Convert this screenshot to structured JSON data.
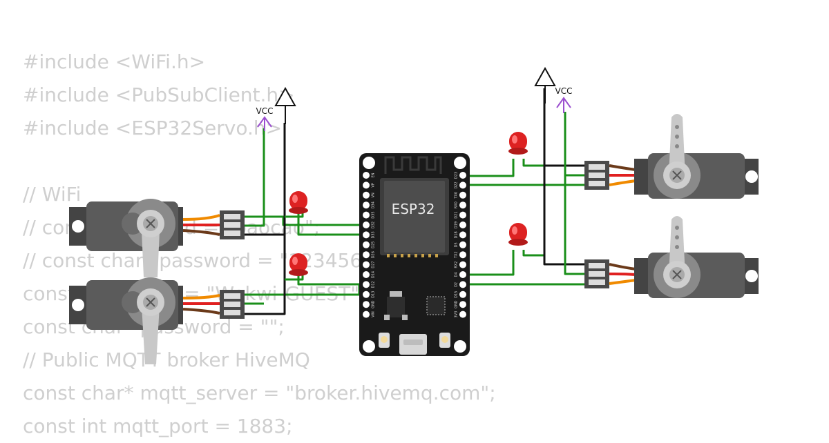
{
  "code_lines": [
    "#include <WiFi.h>",
    "#include <PubSubClient.h>",
    "#include <ESP32Servo.h>",
    "",
    "// WiFi",
    "// const char* ssid = \"baocao\";",
    "// const char* password = \"12345678\";",
    "const char* ssid = \"Wokwi-GUEST\";",
    "const char* password = \"\";",
    "// Public MQTT broker HiveMQ",
    "const char* mqtt_server = \"broker.hivemq.com\";",
    "const int mqtt_port = 1883;"
  ],
  "board": {
    "label": "ESP32",
    "left_pins": [
      "EN",
      "VP",
      "VN",
      "D34",
      "D35",
      "D32",
      "D33",
      "D25",
      "D26",
      "D27",
      "D14",
      "D12",
      "D13",
      "GND",
      "VIN"
    ],
    "right_pins": [
      "D23",
      "D22",
      "TX0",
      "RX0",
      "D21",
      "D19",
      "D18",
      "D5",
      "TX2",
      "RX2",
      "D4",
      "D2",
      "D15",
      "GND",
      "3V3"
    ]
  },
  "vcc_labels": [
    "VCC",
    "VCC"
  ],
  "colors": {
    "wire_green": "#1a8f1a",
    "wire_black": "#111111",
    "wire_red": "#e02020",
    "wire_orange": "#f08a00",
    "vcc_purple": "#9b4fcf",
    "board_black": "#1a1a1a",
    "servo_body": "#575757",
    "horn": "#c8c8c8",
    "led_red": "#dd2222"
  }
}
